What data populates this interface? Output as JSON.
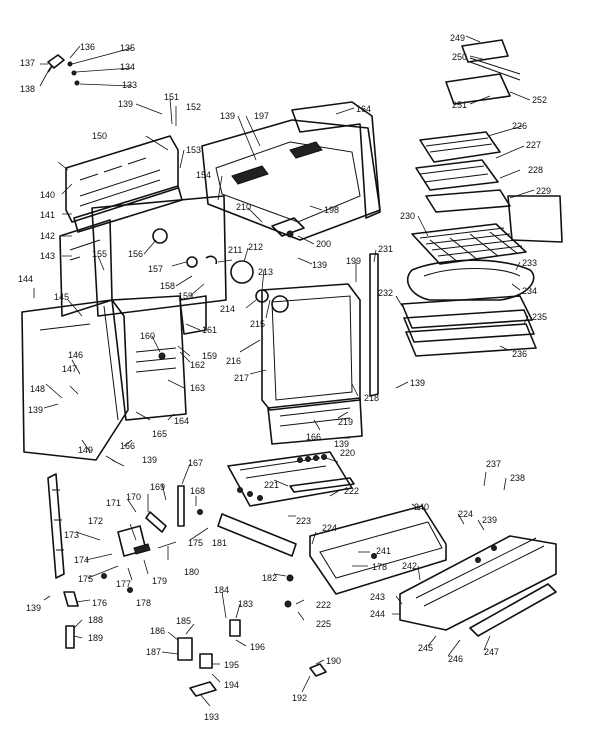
{
  "diagram": {
    "labels": [
      "136",
      "135",
      "137",
      "134",
      "138",
      "133",
      "249",
      "250",
      "251",
      "252",
      "151",
      "139",
      "152",
      "164",
      "150",
      "153",
      "197",
      "226",
      "227",
      "228",
      "229",
      "139",
      "140",
      "154",
      "210",
      "198",
      "141",
      "142",
      "143",
      "230",
      "231",
      "156",
      "200",
      "211",
      "212",
      "139",
      "155",
      "157",
      "158",
      "159",
      "213",
      "214",
      "233",
      "234",
      "232",
      "235",
      "236",
      "144",
      "145",
      "160",
      "161",
      "162",
      "159",
      "215",
      "216",
      "217",
      "199",
      "163",
      "146",
      "147",
      "148",
      "139",
      "165",
      "164",
      "218",
      "219",
      "139",
      "166",
      "139",
      "149",
      "166",
      "139",
      "220",
      "221",
      "222",
      "167",
      "168",
      "169",
      "170",
      "171",
      "172",
      "173",
      "174",
      "175",
      "176",
      "177",
      "178",
      "179",
      "180",
      "175",
      "181",
      "223",
      "224",
      "240",
      "241",
      "178",
      "182",
      "222",
      "225",
      "237",
      "238",
      "224",
      "239",
      "242",
      "243",
      "244",
      "245",
      "246",
      "247",
      "184",
      "183",
      "186",
      "185",
      "196",
      "187",
      "195",
      "194",
      "193",
      "190",
      "192",
      "188",
      "189",
      "139"
    ]
  }
}
